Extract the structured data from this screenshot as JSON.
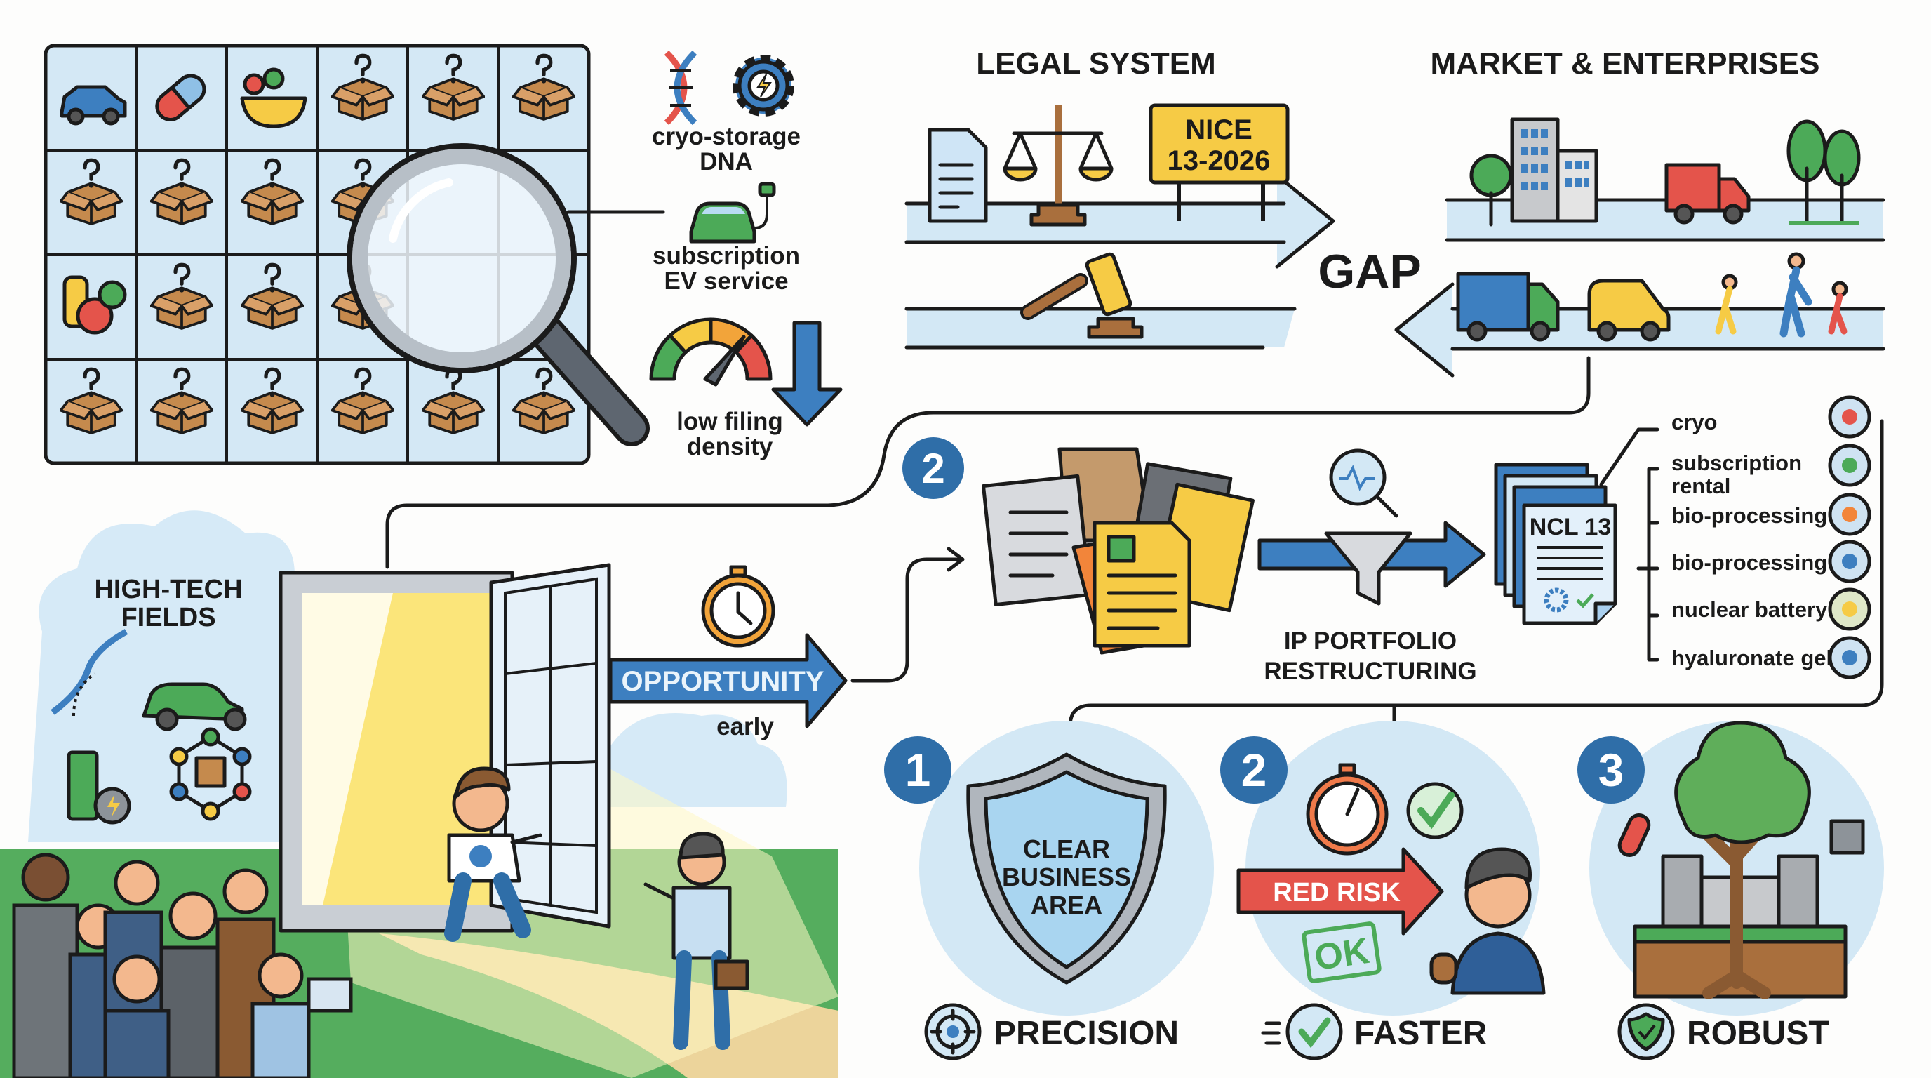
{
  "grid_panel": {
    "callouts": [
      {
        "lines": [
          "cryo-storage",
          "DNA"
        ],
        "icon": "dna-gear-icon"
      },
      {
        "lines": [
          "subscription",
          "EV service"
        ],
        "icon": "ev-car-icon"
      },
      {
        "lines": [
          "low filing",
          "density"
        ],
        "icon": "gauge-icon"
      }
    ]
  },
  "legal": {
    "title": "LEGAL SYSTEM",
    "sign": [
      "NICE",
      "13-2026"
    ]
  },
  "market": {
    "title": "MARKET & ENTERPRISES"
  },
  "gap": "GAP",
  "opportunity": {
    "fields": [
      "HIGH-TECH",
      "FIELDS"
    ],
    "arrow": "OPPORTUNITY",
    "early": "early"
  },
  "restructuring": {
    "step": "2",
    "title": [
      "IP PORTFOLIO",
      "RESTRUCTURING"
    ],
    "doc": "NCL 13",
    "items": [
      {
        "lines": [
          "cryo"
        ],
        "icon": "dna-icon"
      },
      {
        "lines": [
          "subscription",
          "rental"
        ],
        "icon": "car-icon"
      },
      {
        "lines": [
          "bio-processing"
        ],
        "icon": "food-icon"
      },
      {
        "lines": [
          "bio-processing"
        ],
        "icon": "atom-icon"
      },
      {
        "lines": [
          "nuclear battery"
        ],
        "icon": "radiation-icon"
      },
      {
        "lines": [
          "hyaluronate gel"
        ],
        "icon": "molecule-icon"
      }
    ]
  },
  "benefits": [
    {
      "num": "1",
      "label": "PRECISION",
      "inner": [
        "CLEAR",
        "BUSINESS",
        "AREA"
      ]
    },
    {
      "num": "2",
      "label": "FASTER",
      "red_risk": "RED RISK",
      "stamp": "OK"
    },
    {
      "num": "3",
      "label": "ROBUST"
    }
  ],
  "colors": {
    "blue": "#3d7fc0",
    "light_blue": "#d3e8f5",
    "yellow": "#f6cb45",
    "green": "#4caa58",
    "red": "#e4544b",
    "brown": "#a96f3d"
  }
}
